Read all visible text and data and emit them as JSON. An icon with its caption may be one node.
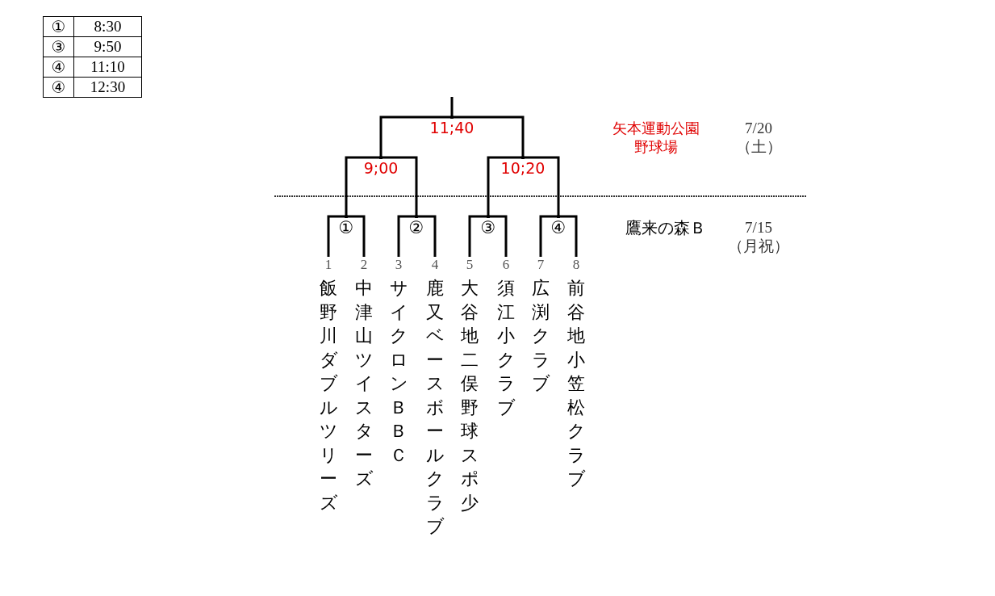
{
  "diagram": {
    "nodes": [
      {
        "text": [
          "飯野川ダブルツリーズ"
        ],
        "beside": [
          "1"
        ]
      },
      {
        "text": [
          "中津山ツイスターズ"
        ],
        "beside": [
          "2"
        ]
      },
      {
        "text": [
          "サイクロンＢＢＣ"
        ],
        "beside": [
          "3"
        ]
      },
      {
        "text": [
          "鹿又ベースボールクラブ"
        ],
        "beside": [
          "4"
        ]
      },
      {
        "text": [
          "大谷地二俣野球スポ少"
        ],
        "beside": [
          "5"
        ]
      },
      {
        "text": [
          "須江小クラブ"
        ],
        "beside": [
          "6"
        ]
      },
      {
        "text": [
          "広渕クラブ"
        ],
        "beside": [
          "7"
        ]
      },
      {
        "text": [
          "前谷地小笠松クラブ"
        ],
        "beside": [
          "8"
        ]
      },
      {
        "text": [
          "①"
        ]
      },
      {
        "text": [
          "②"
        ]
      },
      {
        "text": [
          "③"
        ]
      },
      {
        "text": [
          "④"
        ]
      },
      {
        "text": [
          "9;00"
        ]
      },
      {
        "text": [
          "10;20"
        ]
      },
      {
        "text": [
          "11;40"
        ]
      }
    ],
    "edges": [
      {
        "from": 0,
        "to": 8,
        "arrow": "none"
      },
      {
        "from": 1,
        "to": 8,
        "arrow": "none"
      },
      {
        "from": 2,
        "to": 9,
        "arrow": "none"
      },
      {
        "from": 3,
        "to": 9,
        "arrow": "none"
      },
      {
        "from": 4,
        "to": 10,
        "arrow": "none"
      },
      {
        "from": 5,
        "to": 10,
        "arrow": "none"
      },
      {
        "from": 6,
        "to": 11,
        "arrow": "none"
      },
      {
        "from": 7,
        "to": 11,
        "arrow": "none"
      },
      {
        "from": 8,
        "to": 12,
        "arrow": "none"
      },
      {
        "from": 9,
        "to": 12,
        "arrow": "none"
      },
      {
        "from": 10,
        "to": 13,
        "arrow": "none"
      },
      {
        "from": 11,
        "to": 13,
        "arrow": "none"
      },
      {
        "from": 12,
        "to": 14,
        "arrow": "none"
      },
      {
        "from": 13,
        "to": 14,
        "arrow": "none"
      },
      {
        "from": 14,
        "to": null,
        "arrow": "none"
      }
    ],
    "labels": [
      "①",
      "8:30",
      "③",
      "9:50",
      "④",
      "11:10",
      "④",
      "12:30",
      "矢本運動公園野球場",
      "7/20 （土）",
      "鷹来の森Ｂ",
      "7/15 （月祝）"
    ]
  }
}
